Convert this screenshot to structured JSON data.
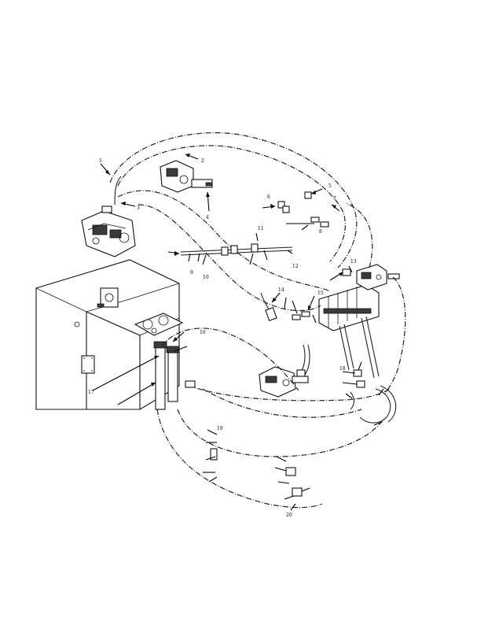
{
  "figure": {
    "background": "#ffffff",
    "line_color": "#111111",
    "callouts": [
      {
        "id": "c1",
        "label": "1"
      },
      {
        "id": "c2",
        "label": "2"
      },
      {
        "id": "c3",
        "label": "3"
      },
      {
        "id": "c4",
        "label": "4"
      },
      {
        "id": "c5",
        "label": "5"
      },
      {
        "id": "c6",
        "label": "6"
      },
      {
        "id": "c7",
        "label": "7"
      },
      {
        "id": "c8",
        "label": "8"
      },
      {
        "id": "c9",
        "label": "9"
      },
      {
        "id": "c10",
        "label": "10"
      },
      {
        "id": "c11",
        "label": "11"
      },
      {
        "id": "c12",
        "label": "12"
      },
      {
        "id": "c13",
        "label": "13"
      },
      {
        "id": "c14",
        "label": "14"
      },
      {
        "id": "c15",
        "label": "15"
      },
      {
        "id": "c16",
        "label": "16"
      },
      {
        "id": "c17",
        "label": "17"
      },
      {
        "id": "c18",
        "label": "18"
      },
      {
        "id": "c19",
        "label": "19"
      },
      {
        "id": "c20",
        "label": "20"
      }
    ]
  }
}
